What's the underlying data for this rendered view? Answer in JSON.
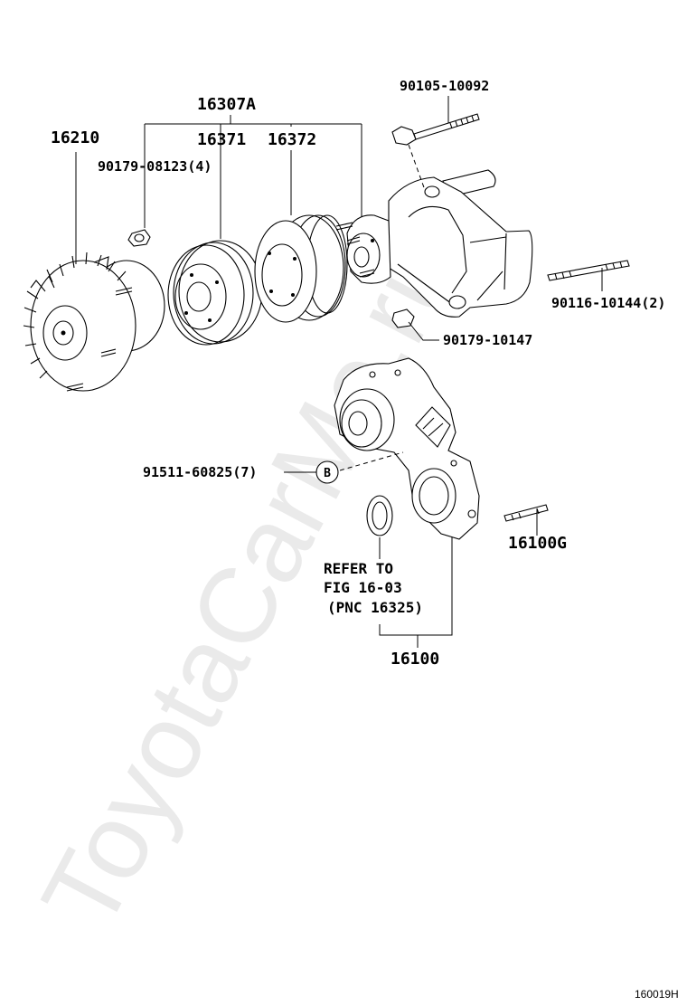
{
  "watermark": "ToyotaCarMe.ru",
  "labels": {
    "p16307A": "16307A",
    "p16210": "16210",
    "p16371": "16371",
    "p16372": "16372",
    "p90179_08123": "90179-08123(4)",
    "p90105_10092": "90105-10092",
    "p90116_10144": "90116-10144(2)",
    "p90179_10147": "90179-10147",
    "p91511_60825": "91511-60825(7)",
    "p16100G": "16100G",
    "p16100": "16100"
  },
  "callout_b": "B",
  "refer_note": {
    "line1": "REFER TO",
    "line2": "FIG 16-03",
    "line3": "(PNC 16325)"
  },
  "figure_code": "160019H"
}
